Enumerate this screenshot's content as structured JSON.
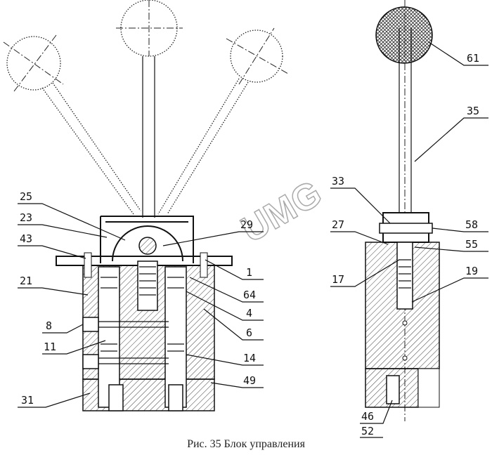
{
  "figure": {
    "caption": "Рис. 35 Блок управления",
    "watermark": "UMG",
    "left_view_labels": [
      "25",
      "23",
      "43",
      "21",
      "8",
      "11",
      "31",
      "29",
      "1",
      "64",
      "4",
      "6",
      "14",
      "49"
    ],
    "right_view_labels": [
      "61",
      "35",
      "33",
      "27",
      "58",
      "55",
      "17",
      "19",
      "46",
      "52"
    ]
  }
}
